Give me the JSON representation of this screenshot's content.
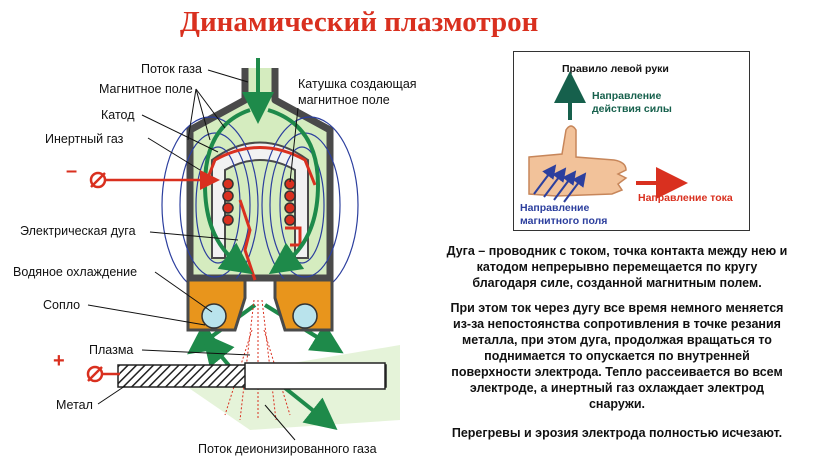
{
  "title": "Динамический плазмотрон",
  "labels": {
    "gas_flow": "Поток газа",
    "magnetic_field": "Магнитное поле",
    "cathode": "Катод",
    "inert_gas": "Инертный газ",
    "coil_line1": "Катушка создающая",
    "coil_line2": "магнитное поле",
    "arc": "Электрическая дуга",
    "water_cooling": "Водяное охлаждение",
    "nozzle": "Сопло",
    "plasma": "Плазма",
    "metal": "Метал",
    "deionized_flow": "Поток деионизированного газа",
    "minus": "–",
    "plus": "+"
  },
  "left_hand_rule": {
    "title": "Правило левой руки",
    "force_line1": "Направление",
    "force_line2": "действия силы",
    "current": "Направление тока",
    "field_line1": "Направление",
    "field_line2": "магнитного поля"
  },
  "description": {
    "p1_l1": "Дуга – проводник с током, точка контакта между нею и",
    "p1_l2": "катодом непрерывно перемещается по кругу",
    "p1_l3": "благодаря силе, созданной магнитным полем.",
    "p2_l1": "При этом ток через дугу все время немного меняется",
    "p2_l2": "из-за непостоянства сопротивления в точке резания",
    "p2_l3": "металла, при этом дуга, продолжая вращаться то",
    "p2_l4": "поднимается то опускается по внутренней",
    "p2_l5": "поверхности электрода.  Тепло рассеивается во всем",
    "p2_l6": "электроде, а инертный газ охлаждает электрод",
    "p2_l7": "снаружи.",
    "p3": "Перегревы и эрозия электрода полностью исчезают."
  },
  "colors": {
    "title": "#d9301f",
    "gas": "#1e8a4a",
    "field_lines": "#2c3f9e",
    "body": "#4a4a4a",
    "inner": "#d5ecbf",
    "cooling": "#e8951c",
    "arc": "#d9301f",
    "force_arrow": "#16604c",
    "field_arrow": "#2c3f9e",
    "current_arrow": "#d9301f"
  },
  "icons": [
    "plasmatron-diagram",
    "hand-icon",
    "force-arrow-icon",
    "current-arrow-icon",
    "field-arrows-icon",
    "electrode-terminal-icon"
  ]
}
